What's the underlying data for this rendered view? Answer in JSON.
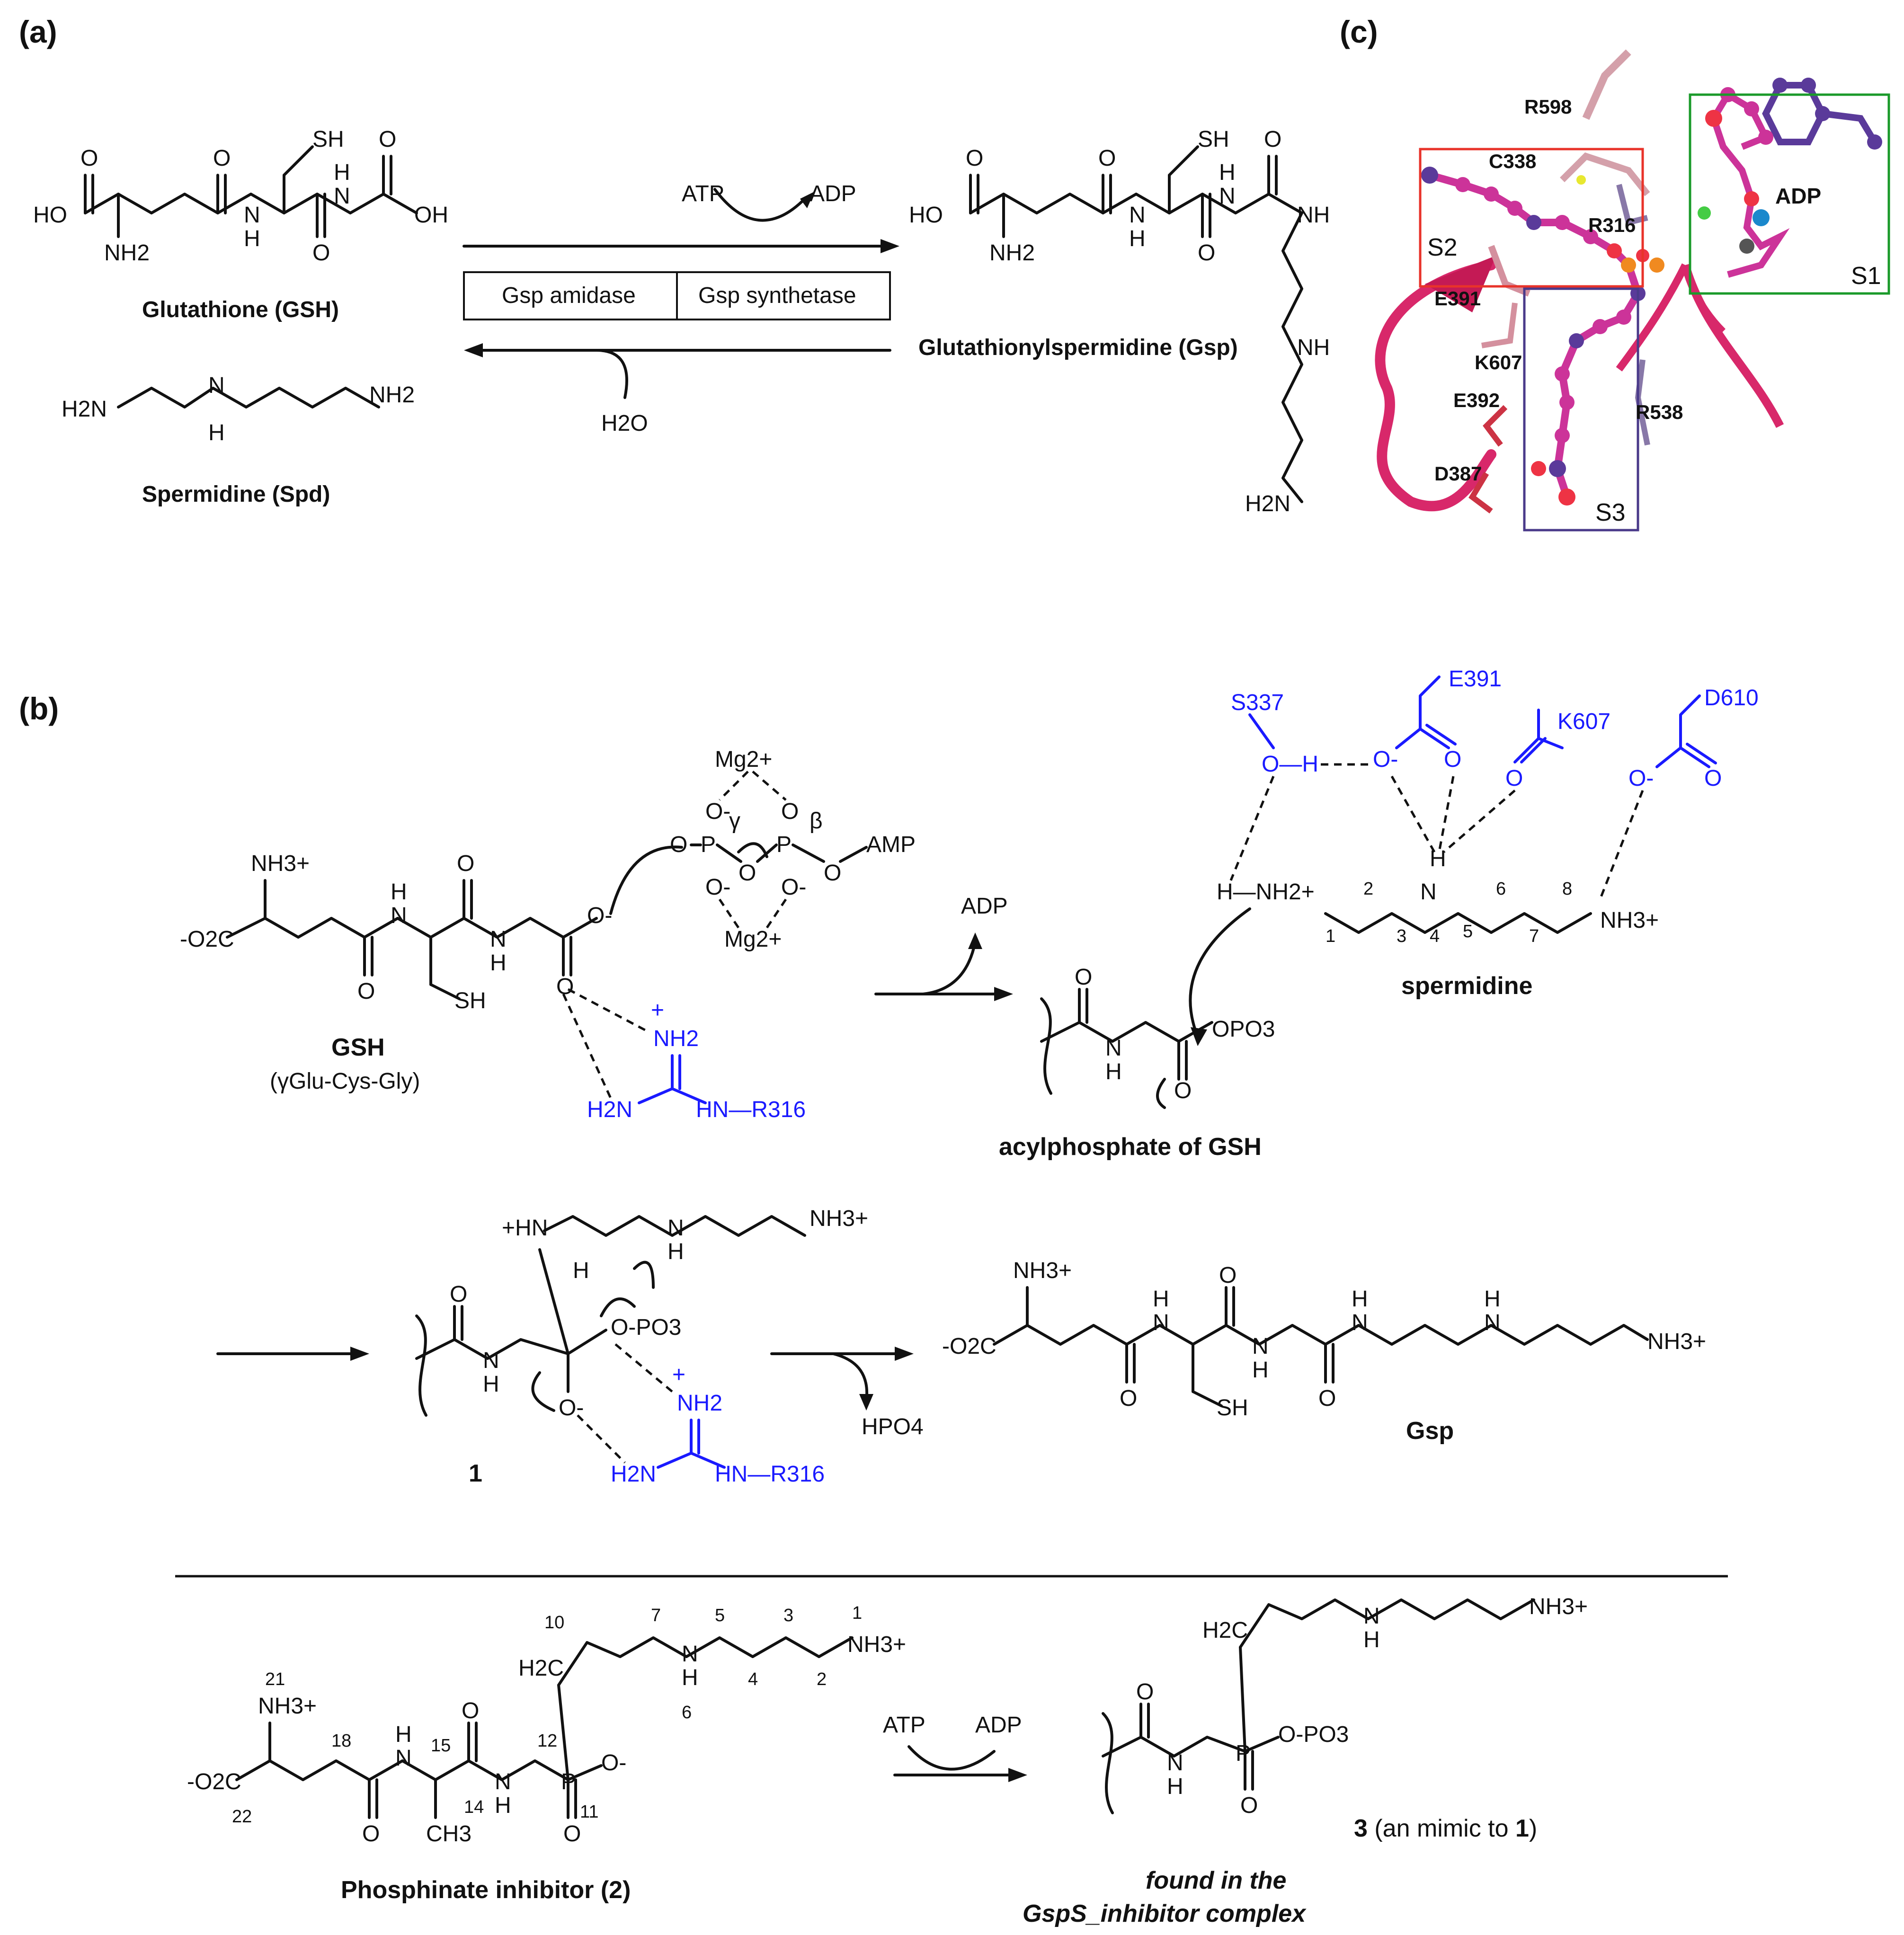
{
  "panels": {
    "a": "(a)",
    "b": "(b)",
    "c": "(c)"
  },
  "panel_a": {
    "gsh_name": "Glutathione (GSH)",
    "spd_name": "Spermidine (Spd)",
    "gsp_name": "Glutathionylspermidine (Gsp)",
    "atp": "ATP",
    "adp": "ADP",
    "h2o": "H2O",
    "amidase": "Gsp amidase",
    "synthetase": "Gsp synthetase",
    "atoms": {
      "sh": "SH",
      "o": "O",
      "ho": "HO",
      "oh": "OH",
      "nh2": "NH2",
      "n": "N",
      "h": "H",
      "nh": "NH",
      "h2n": "H2N"
    }
  },
  "panel_c": {
    "residues": [
      "R598",
      "C338",
      "R316",
      "E391",
      "K607",
      "E392",
      "D387",
      "R538"
    ],
    "ligand": "ADP",
    "sites": {
      "s1": {
        "label": "S1",
        "color": "#1a9a2a"
      },
      "s2": {
        "label": "S2",
        "color": "#e8332a"
      },
      "s3": {
        "label": "S3",
        "color": "#4a3a8a"
      }
    }
  },
  "panel_b": {
    "gsh_label": "GSH",
    "gsh_sub": "(γGlu-Cys-Gly)",
    "acylphosphate": "acylphosphate of GSH",
    "spermidine": "spermidine",
    "intermediate": "1",
    "gsp": "Gsp",
    "adp": "ADP",
    "atp": "ATP",
    "hpo4": "HPO4",
    "mg": "Mg2+",
    "amp": "AMP",
    "gamma": "γ",
    "beta": "β",
    "residues_blue": [
      "S337",
      "E391",
      "K607",
      "D610"
    ],
    "r316": "HN—R316",
    "inhibitor": "Phosphinate inhibitor (2)",
    "mimic_number": "3",
    "mimic_text": " (an mimic to ",
    "mimic_ref": "1",
    "mimic_close": ")",
    "found1": "found in the",
    "found2": "GspS_inhibitor complex",
    "spd_numbers": [
      "1",
      "2",
      "3",
      "4",
      "5",
      "6",
      "7",
      "8"
    ],
    "inh_numbers": [
      "1",
      "2",
      "3",
      "4",
      "5",
      "6",
      "7",
      "10",
      "11",
      "12",
      "14",
      "15",
      "18",
      "21",
      "22"
    ],
    "atoms": {
      "nh3plus": "NH3+",
      "o2c": "-O2C",
      "o": "O",
      "ominus": "O-",
      "sh": "SH",
      "h": "H",
      "n": "N",
      "p": "P",
      "nh2": "NH2",
      "h2n": "H2N",
      "plus": "+",
      "opo3": "OPO3",
      "opo3_2": "O-PO3",
      "h2c": "H2C",
      "ch3": "CH3",
      "hnh2": "H—NH2+",
      "hn": "+HN",
      "oh": "O—H"
    }
  }
}
